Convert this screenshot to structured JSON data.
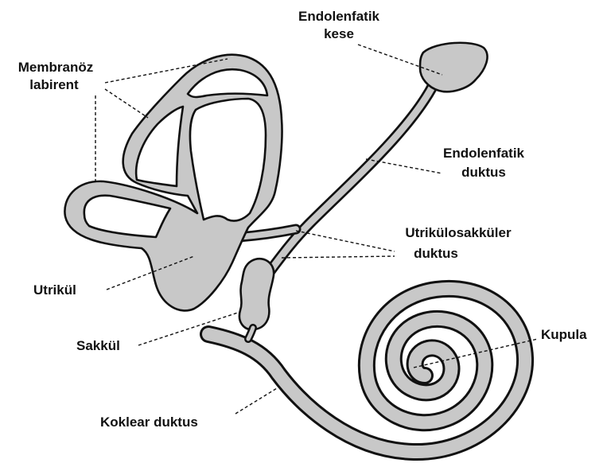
{
  "colors": {
    "membrane_fill": "#c8c8c8",
    "outline": "#111111",
    "background": "#ffffff",
    "text": "#111111"
  },
  "labels": {
    "endolymphatic_sac_line1": "Endolenfatik",
    "endolymphatic_sac_line2": "kese",
    "membranous_labyrinth_line1": "Membranöz",
    "membranous_labyrinth_line2": "labirent",
    "endolymphatic_duct_line1": "Endolenfatik",
    "endolymphatic_duct_line2": "duktus",
    "utriculosaccular_duct_line1": "Utrikülosakküler",
    "utriculosaccular_duct_line2": "duktus",
    "utricle": "Utrikül",
    "saccule": "Sakkül",
    "cupula": "Kupula",
    "cochlear_duct": "Koklear duktus"
  }
}
